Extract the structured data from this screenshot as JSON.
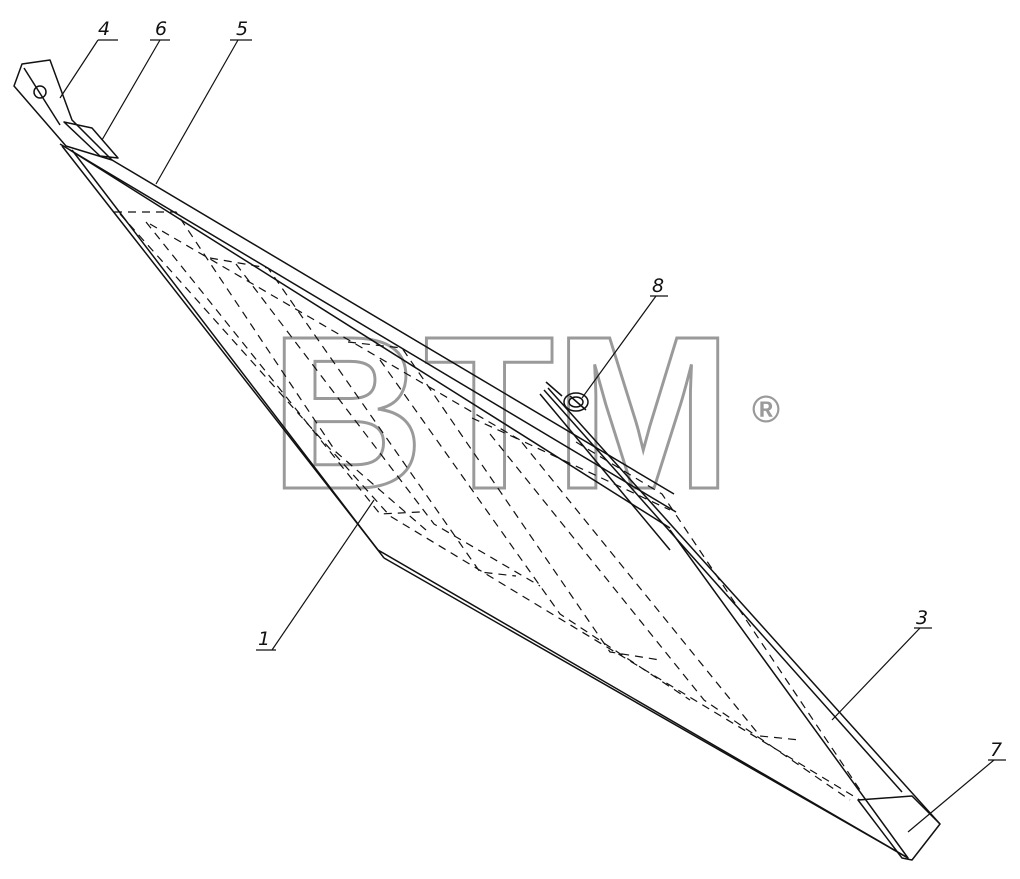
{
  "callouts": {
    "c1": "1",
    "c3": "3",
    "c4": "4",
    "c5": "5",
    "c6": "6",
    "c7": "7",
    "c8": "8"
  },
  "watermark": {
    "text": "BTM",
    "registered": "®"
  },
  "colors": {
    "line": "#111111",
    "watermark": "#9a9a9a",
    "background": "#ffffff"
  }
}
